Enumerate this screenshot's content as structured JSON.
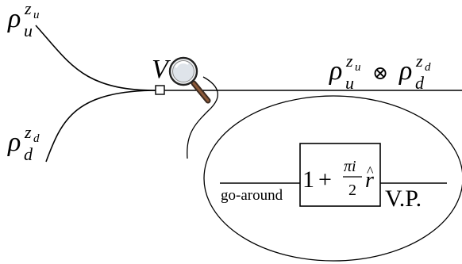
{
  "diagram": {
    "input_top": {
      "base": "ρ",
      "sub": "u",
      "sup": "z",
      "sup_sub": "u"
    },
    "input_bottom": {
      "base": "ρ",
      "sub": "d",
      "sup": "z",
      "sup_sub": "d"
    },
    "vertex_label": "V",
    "output": {
      "left": {
        "base": "ρ",
        "sub": "u",
        "sup": "z",
        "sup_sub": "u"
      },
      "operator": "⊗",
      "right": {
        "base": "ρ",
        "sub": "d",
        "sup": "z",
        "sup_sub": "d"
      }
    },
    "zoom": {
      "left_label": "go-around",
      "box": {
        "one": "1",
        "plus": "+",
        "num": "πi",
        "den": "2",
        "r": "r",
        "hat": "^"
      },
      "right_label": "V.P."
    }
  }
}
